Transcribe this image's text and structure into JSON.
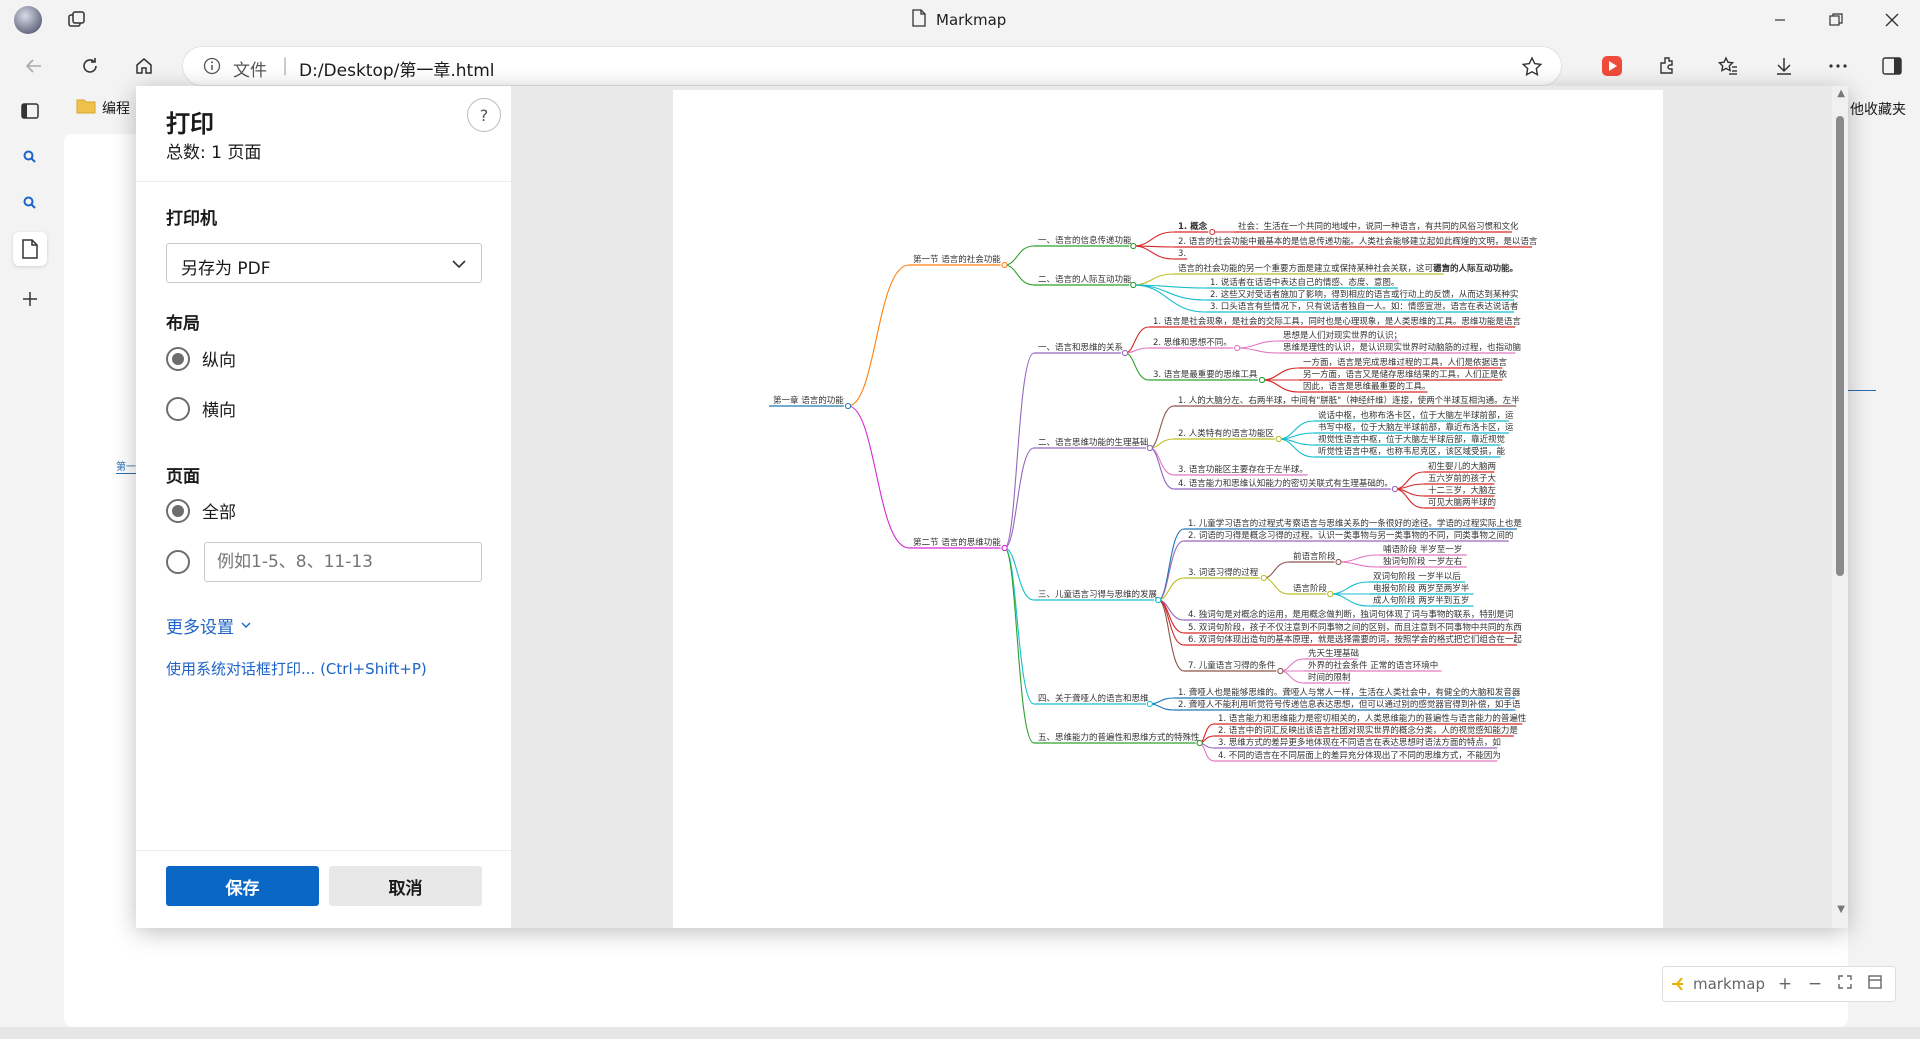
{
  "window": {
    "title": "Markmap"
  },
  "address_bar": {
    "scheme_label": "文件",
    "url": "D:/Desktop/第一章.html"
  },
  "bookmarks": {
    "left_folder": "编程",
    "right_folder": "他收藏夹"
  },
  "page_bg": {
    "left_node": "第一",
    "markmap_label": "markmap"
  },
  "print": {
    "title": "打印",
    "total": "总数: 1 页面",
    "printer_label": "打印机",
    "printer_value": "另存为 PDF",
    "layout_label": "布局",
    "layout_options": [
      "纵向",
      "横向"
    ],
    "layout_selected": "纵向",
    "pages_label": "页面",
    "pages_all": "全部",
    "pages_placeholder": "例如1-5、8、11-13",
    "more_settings": "更多设置",
    "system_dialog": "使用系统对话框打印... (Ctrl+Shift+P)",
    "save": "保存",
    "cancel": "取消",
    "help": "?"
  },
  "mindmap": {
    "root": "第一章 语言的功能",
    "nodes": [
      {
        "id": "s1",
        "text": "第一节 语言的社会功能"
      },
      {
        "id": "s2",
        "text": "第二节 语言的思维功能"
      },
      {
        "id": "a1",
        "text": "一、语言的信息传递功能"
      },
      {
        "id": "a2",
        "text": "二、语言的人际互动功能"
      },
      {
        "id": "a1c1",
        "text": "1. 概念"
      },
      {
        "id": "a1c1t",
        "text": "社会：生活在一个共同的地域中，说同一种语言，有共同的风俗习惯和文化"
      },
      {
        "id": "a1c2",
        "text": "2. 语言的社会功能中最基本的是信息传递功能。人类社会能够建立起如此辉煌的文明，是以语言"
      },
      {
        "id": "a1c3",
        "text": "3."
      },
      {
        "id": "a2t",
        "text": "语言的社会功能的另一个重要方面是建立或保持某种社会关联，这可称为"
      },
      {
        "id": "a2tb",
        "text": "语言的人际互动功能。"
      },
      {
        "id": "a2c1",
        "text": "1. 说话者在话语中表达自己的情感、态度、意图。"
      },
      {
        "id": "a2c2",
        "text": "2. 这些又对受话者施加了影响，得到相应的语言或行动上的反馈，从而达到某种实"
      },
      {
        "id": "a2c3",
        "text": "3. 口头语言有些情况下，只有说话者独自一人。如：情感宣泄，语言在表达说话者"
      },
      {
        "id": "b1",
        "text": "一、语言和思维的关系"
      },
      {
        "id": "b1c1",
        "text": "1. 语言是社会现象，是社会的交际工具，同时也是心理现象，是人类思维的工具。思维功能是语言"
      },
      {
        "id": "b1c2",
        "text": "2. 思维和思想不同。"
      },
      {
        "id": "b1c2a",
        "text": "思想是人们对现实世界的认识；"
      },
      {
        "id": "b1c2b",
        "text": "思维是理性的认识，是认识现实世界时动脑筋的过程，也指动脑"
      },
      {
        "id": "b1c3",
        "text": "3. 语言是最重要的思维工具"
      },
      {
        "id": "b1c3a",
        "text": "一方面，语言是完成思维过程的工具，人们是依据语言"
      },
      {
        "id": "b1c3b",
        "text": "另一方面，语言又是储存思维结果的工具，人们正是依"
      },
      {
        "id": "b1c3c",
        "text": "因此，语言是思维最重要的工具。"
      },
      {
        "id": "b2",
        "text": "二、语言思维功能的生理基础"
      },
      {
        "id": "b2c1",
        "text": "1. 人的大脑分左、右两半球，中间有\"胼胝\"（神经纤维）连接，使两个半球互相沟通。左半"
      },
      {
        "id": "b2c2",
        "text": "2. 人类特有的语言功能区"
      },
      {
        "id": "b2c2a",
        "text": "说话中枢，也称布洛卡区，位于大脑左半球前部，运"
      },
      {
        "id": "b2c2b",
        "text": "书写中枢，位于大脑左半球前部，靠近布洛卡区，运"
      },
      {
        "id": "b2c2c",
        "text": "视觉性语言中枢，位于大脑左半球后部，靠近视觉"
      },
      {
        "id": "b2c2d",
        "text": "听觉性语言中枢，也称韦尼克区，该区域受损，能"
      },
      {
        "id": "b2c3",
        "text": "3. 语言功能区主要存在于左半球。"
      },
      {
        "id": "b2c4",
        "text": "4. 语言能力和思维认知能力的密切关联式有生理基础的。"
      },
      {
        "id": "b2c4a",
        "text": "初生婴儿的大脑两"
      },
      {
        "id": "b2c4b",
        "text": "五六岁前的孩子大"
      },
      {
        "id": "b2c4c",
        "text": "十二三岁，大脑左"
      },
      {
        "id": "b2c4d",
        "text": "可见大脑两半球的"
      },
      {
        "id": "b3",
        "text": "三、儿童语言习得与思维的发展"
      },
      {
        "id": "b3c1",
        "text": "1. 儿童学习语言的过程式考察语言与思维关系的一条很好的途径。学语的过程实际上也是"
      },
      {
        "id": "b3c2",
        "text": "2. 词语的习得是概念习得的过程。认识一类事物与另一类事物的不同，同类事物之间的"
      },
      {
        "id": "b3c3",
        "text": "3. 词语习得的过程"
      },
      {
        "id": "b3c3a",
        "text": "前语言阶段"
      },
      {
        "id": "b3c3a1",
        "text": "哺语阶段  半岁至一岁"
      },
      {
        "id": "b3c3a2",
        "text": "独词句阶段  一岁左右"
      },
      {
        "id": "b3c3b",
        "text": "语言阶段"
      },
      {
        "id": "b3c3b1",
        "text": "双词句阶段  一岁半以后"
      },
      {
        "id": "b3c3b2",
        "text": "电报句阶段  两岁至两岁半"
      },
      {
        "id": "b3c3b3",
        "text": "成人句阶段  两岁半到五岁"
      },
      {
        "id": "b3c4",
        "text": "4. 独词句是对概念的运用，是用概念做判断，独词句体现了词与事物的联系，特别是词"
      },
      {
        "id": "b3c5",
        "text": "5. 双词句阶段，孩子不仅注意到不同事物之间的区别，而且注意到不同事物中共同的东西"
      },
      {
        "id": "b3c6",
        "text": "6. 双词句体现出造句的基本原理，就是选择需要的词，按照学会的格式把它们组合在一起"
      },
      {
        "id": "b3c7",
        "text": "7. 儿童语言习得的条件"
      },
      {
        "id": "b3c7a",
        "text": "先天生理基础"
      },
      {
        "id": "b3c7b",
        "text": "外界的社会条件  正常的语言环境中"
      },
      {
        "id": "b3c7c",
        "text": "时间的限制"
      },
      {
        "id": "b4",
        "text": "四、关于聋哑人的语言和思维"
      },
      {
        "id": "b4c1",
        "text": "1. 聋哑人也是能够思维的。聋哑人与常人一样，生活在人类社会中，有健全的大脑和发音器"
      },
      {
        "id": "b4c2",
        "text": "2. 聋哑人不能利用听觉符号传递信息表达思想，但可以通过别的感觉器官得到补偿，如手语"
      },
      {
        "id": "b5",
        "text": "五、思维能力的普遍性和思维方式的特殊性"
      },
      {
        "id": "b5c1",
        "text": "1. 语言能力和思维能力是密切相关的，人类思维能力的普遍性与语言能力的普遍性"
      },
      {
        "id": "b5c2",
        "text": "2. 语言中的词汇反映出该语言社团对现实世界的概念分类，人的视觉感知能力是"
      },
      {
        "id": "b5c3",
        "text": "3. 思维方式的差异更多地体现在不同语言在表达思想时语法方面的特点，如"
      },
      {
        "id": "b5c4",
        "text": "4. 不同的语言在不同层面上的差异充分体现出了不同的思维方式，不能因为"
      }
    ]
  },
  "colors": {
    "accent": "#0b67c6",
    "link": "#1d63c9"
  }
}
